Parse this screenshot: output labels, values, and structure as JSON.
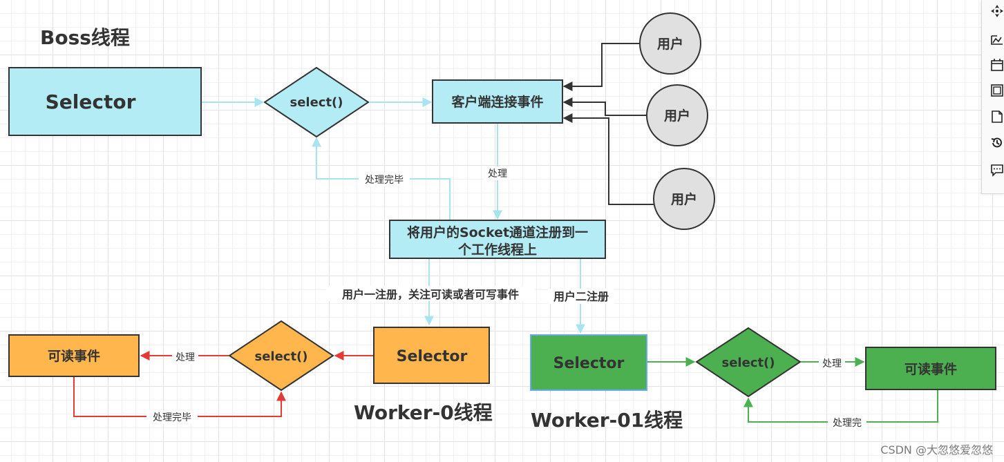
{
  "boss": {
    "title": "Boss线程",
    "selector": "Selector",
    "select": "select()",
    "connect_event": "客户端连接事件",
    "users": [
      "用户",
      "用户",
      "用户"
    ],
    "label_process": "处理",
    "label_done": "处理完毕",
    "register_line1": "将用户的Socket通道注册到一",
    "register_line2": "个工作线程上",
    "label_user1": "用户一注册，关注可读或者可写事件",
    "label_user2": "用户二注册"
  },
  "worker0": {
    "title": "Worker-0线程",
    "selector": "Selector",
    "select": "select()",
    "event": "可读事件",
    "label_process": "处理",
    "label_done": "处理完毕"
  },
  "worker1": {
    "title": "Worker-01线程",
    "selector": "Selector",
    "select": "select()",
    "event": "可读事件",
    "label_process": "处理",
    "label_done": "处理完"
  },
  "watermark": "CSDN @大忽悠爱忽悠",
  "toolbar": {
    "icons": [
      "navigate-icon",
      "shape-icon",
      "calendar-icon",
      "panel-icon",
      "page-icon",
      "history-icon",
      "comment-icon"
    ]
  },
  "colors": {
    "boss_fill": "#b3ecf4",
    "worker0_fill": "#ffb74d",
    "worker1_fill": "#4caf50",
    "user_fill": "#e0e0e0",
    "cyan_arrow": "#a8e4ef",
    "red_arrow": "#e53935",
    "green_arrow": "#4caf50",
    "dark_arrow": "#333333"
  }
}
